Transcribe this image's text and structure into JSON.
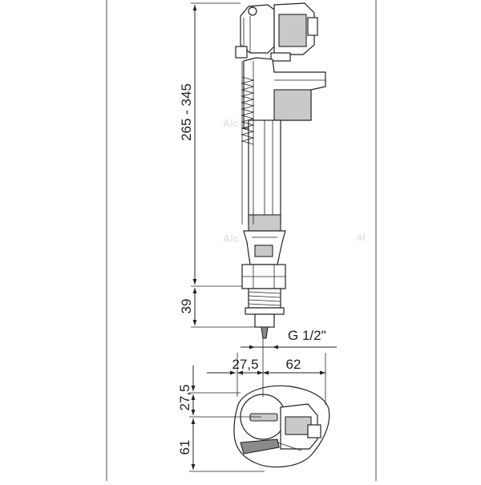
{
  "dimensions": {
    "height_range": "265 - 345",
    "inlet_height": "39",
    "thread": "G 1/2\"",
    "offset_x": "27,5",
    "width_x": "62",
    "offset_y": "27,5",
    "depth_y": "61"
  }
}
